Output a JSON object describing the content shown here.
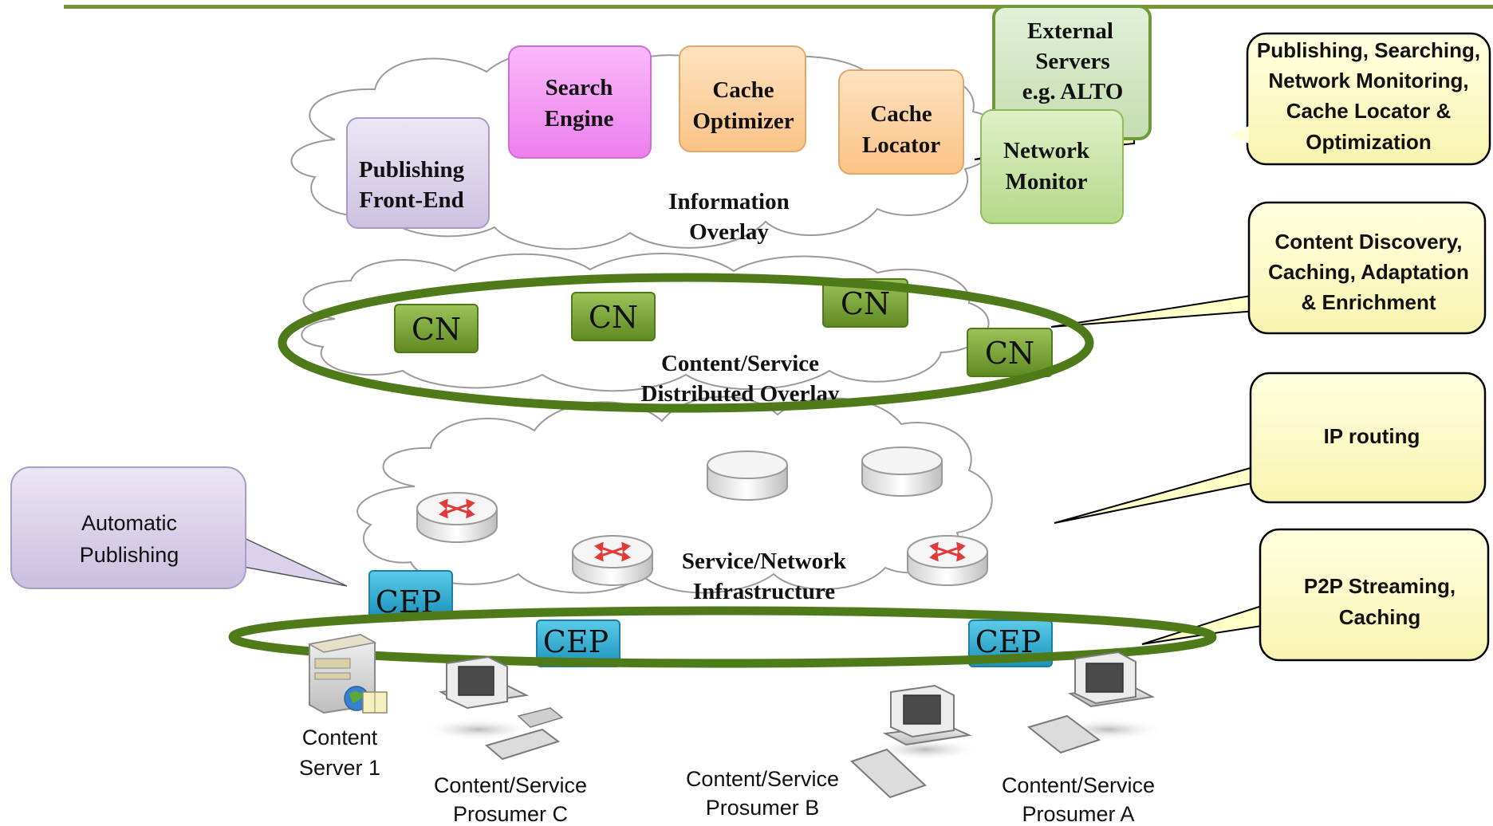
{
  "colors": {
    "top_rule": "#77933c",
    "ellipse": "#4f7a1a",
    "callout_yellow": "#ffffc8",
    "callout_purple": "#d9d2ea",
    "cn_green": "#7aa532",
    "cep_blue": "#31aed6",
    "publishing_box": "#d6cfe6",
    "search_box": "#f08cf0",
    "cache_box": "#fcd3a0",
    "monitor_box": "#c6e39c",
    "external_box": "#d3e8c0"
  },
  "overlay_labels": {
    "information": [
      "Information",
      "Overlay"
    ],
    "content_service": [
      "Content/Service",
      "Distributed Overlay"
    ],
    "service_network": [
      "Service/Network",
      "Infrastructure"
    ]
  },
  "info_boxes": {
    "publishing": [
      "Publishing",
      "Front-End"
    ],
    "search": [
      "Search",
      "Engine"
    ],
    "cache_optimizer": [
      "Cache",
      "Optimizer"
    ],
    "cache_locator": [
      "Cache",
      "Locator"
    ],
    "network_monitor": [
      "Network",
      "Monitor"
    ],
    "external": [
      "External",
      "Servers",
      "e.g. ALTO"
    ]
  },
  "nodes": {
    "cn": [
      "CN",
      "CN",
      "CN",
      "CN"
    ],
    "cep": [
      "CEP",
      "CEP",
      "CEP"
    ]
  },
  "callouts": {
    "publishing": [
      "Publishing, Searching,",
      "Network Monitoring,",
      "Cache Locator &",
      "Optimization"
    ],
    "content": [
      "Content Discovery,",
      "Caching, Adaptation",
      "& Enrichment"
    ],
    "ip": [
      "IP routing"
    ],
    "p2p": [
      "P2P Streaming,",
      "Caching"
    ],
    "automatic": [
      "Automatic",
      "Publishing"
    ]
  },
  "devices": {
    "server": [
      "Content",
      "Server 1"
    ],
    "prosumer_c": [
      "Content/Service",
      "Prosumer C"
    ],
    "prosumer_b": [
      "Content/Service",
      "Prosumer B"
    ],
    "prosumer_a": [
      "Content/Service",
      "Prosumer A"
    ]
  },
  "icons": [
    "router-icon",
    "storage-icon",
    "server-icon",
    "computer-icon"
  ]
}
